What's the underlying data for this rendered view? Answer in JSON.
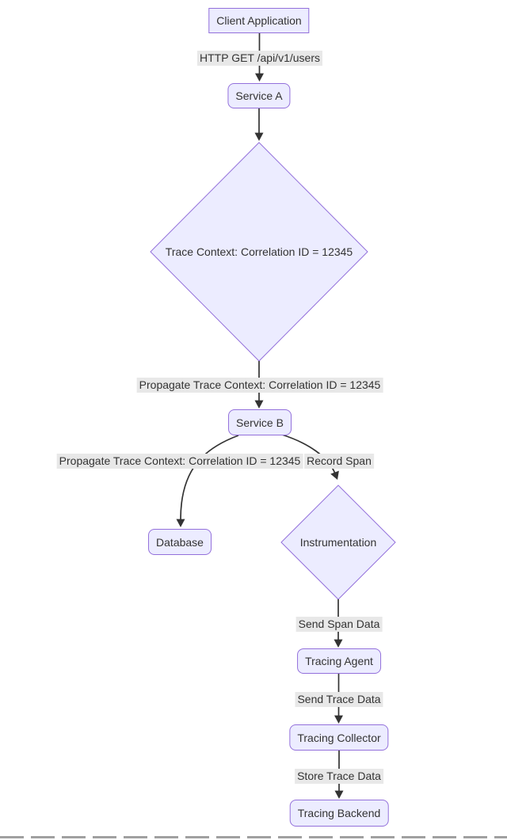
{
  "diagram": {
    "type": "flowchart",
    "direction": "top-down",
    "colors": {
      "background": "#ffffff",
      "node_fill": "#ECECFF",
      "node_border": "#9370DB",
      "edge": "#333333",
      "edge_label_bg": "#e8e8e8",
      "text": "#333333"
    },
    "nodes": {
      "client": {
        "label": "Client Application",
        "shape": "rectangle"
      },
      "service_a": {
        "label": "Service A",
        "shape": "rounded"
      },
      "trace_context": {
        "label": "Trace Context: Correlation ID = 12345",
        "shape": "diamond"
      },
      "service_b": {
        "label": "Service B",
        "shape": "rounded"
      },
      "database": {
        "label": "Database",
        "shape": "rounded"
      },
      "instrumentation": {
        "label": "Instrumentation",
        "shape": "diamond"
      },
      "tracing_agent": {
        "label": "Tracing Agent",
        "shape": "rounded"
      },
      "tracing_collector": {
        "label": "Tracing Collector",
        "shape": "rounded"
      },
      "tracing_backend": {
        "label": "Tracing Backend",
        "shape": "rounded"
      }
    },
    "edges": [
      {
        "from": "client",
        "to": "service_a",
        "label": "HTTP GET /api/v1/users"
      },
      {
        "from": "service_a",
        "to": "trace_context",
        "label": ""
      },
      {
        "from": "trace_context",
        "to": "service_b",
        "label": "Propagate Trace Context: Correlation ID = 12345"
      },
      {
        "from": "service_b",
        "to": "database",
        "label": "Propagate Trace Context: Correlation ID = 12345"
      },
      {
        "from": "service_b",
        "to": "instrumentation",
        "label": "Record Span"
      },
      {
        "from": "instrumentation",
        "to": "tracing_agent",
        "label": "Send Span Data"
      },
      {
        "from": "tracing_agent",
        "to": "tracing_collector",
        "label": "Send Trace Data"
      },
      {
        "from": "tracing_collector",
        "to": "tracing_backend",
        "label": "Store Trace Data"
      }
    ]
  }
}
